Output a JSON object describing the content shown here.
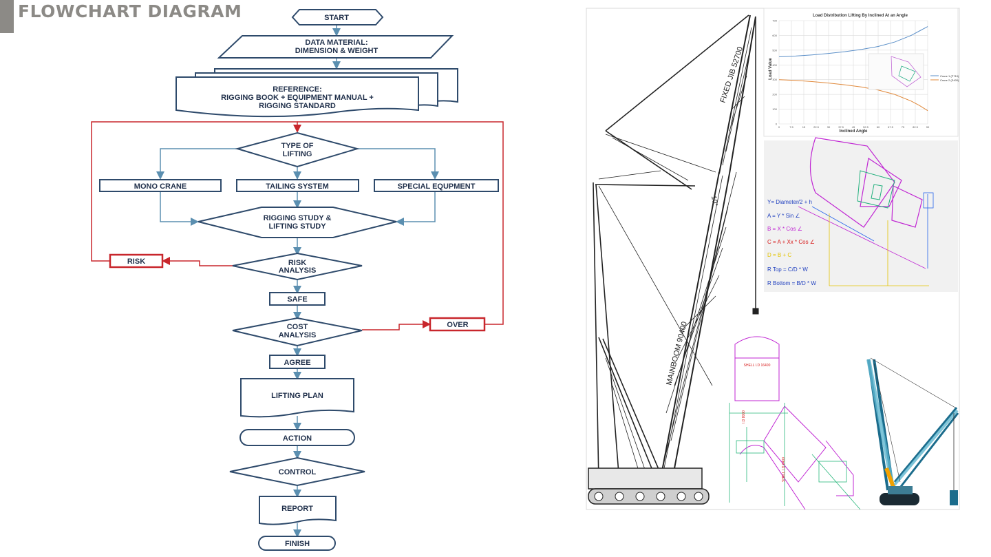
{
  "slide": {
    "title": "FLOWCHART DIAGRAM"
  },
  "flowchart": {
    "start": "START",
    "data_line1": "DATA MATERIAL:",
    "data_line2": "DIMENSION & WEIGHT",
    "ref_line1": "REFERENCE:",
    "ref_line2": "RIGGING BOOK + EQUIPMENT MANUAL +",
    "ref_line3": "RIGGING STANDARD",
    "type_line1": "TYPE OF",
    "type_line2": "LIFTING",
    "mono": "MONO CRANE",
    "tailing": "TAILING SYSTEM",
    "special": "SPECIAL EQUPMENT",
    "study_line1": "RIGGING STUDY &",
    "study_line2": "LIFTING STUDY",
    "risk_line1": "RISK",
    "risk_line2": "ANALYSIS",
    "risk": "RISK",
    "safe": "SAFE",
    "cost_line1": "COST",
    "cost_line2": "ANALYSIS",
    "over": "OVER",
    "agree": "AGREE",
    "plan": "LIFTING PLAN",
    "action": "ACTION",
    "control": "CONTROL",
    "report": "REPORT",
    "finish": "FINISH"
  },
  "crane_drawing": {
    "fixed_jib": "FIXED JIB 52700",
    "main_boom": "MAINBOOM 90400",
    "angle": "10°"
  },
  "load_chart": {
    "title": "Load Distribution Lifting By Inclined At an Angle",
    "xlabel": "Inclined Angle",
    "ylabel": "Load Value",
    "legend": [
      "Crane 1 (P710)",
      "Crane 2 (S400)"
    ]
  },
  "formulas": {
    "y": "Y= Diameter/2 + h",
    "a": "A = Y * Sin ∠",
    "b": "B = X * Cos ∠",
    "c": "C = A + Xx * Cos ∠",
    "d": "D = B + C",
    "rtop": "R Top = C/D * W",
    "rbottom": "R Bottom = B/D * W"
  },
  "vessel": {
    "shell_label": "SHELL I.D 16400",
    "id_label": "I.D 8000",
    "shell_side": "SHELL I.D 8400"
  },
  "colors": {
    "flow_stroke": "#2e4a6b",
    "risk_red": "#c8262c",
    "title_gray": "#8c8a86",
    "branch_blue": "#5b8fb0"
  },
  "chart_data": {
    "type": "line",
    "title": "Load Distribution Lifting By Inclined At an Angle",
    "xlabel": "Inclined Angle",
    "ylabel": "Load Value",
    "x": [
      0,
      10,
      20,
      30,
      40,
      50,
      60,
      70,
      80,
      85,
      90
    ],
    "xlim": [
      0,
      90
    ],
    "ylim": [
      0,
      700
    ],
    "grid": true,
    "legend_position": "right",
    "series": [
      {
        "name": "Crane 1 (P710)",
        "values": [
          455,
          460,
          468,
          478,
          490,
          505,
          525,
          555,
          600,
          630,
          660
        ],
        "color": "#5b8fc8"
      },
      {
        "name": "Crane 2 (S400)",
        "values": [
          300,
          295,
          287,
          277,
          265,
          250,
          230,
          200,
          155,
          125,
          90
        ],
        "color": "#e0883a"
      }
    ]
  }
}
